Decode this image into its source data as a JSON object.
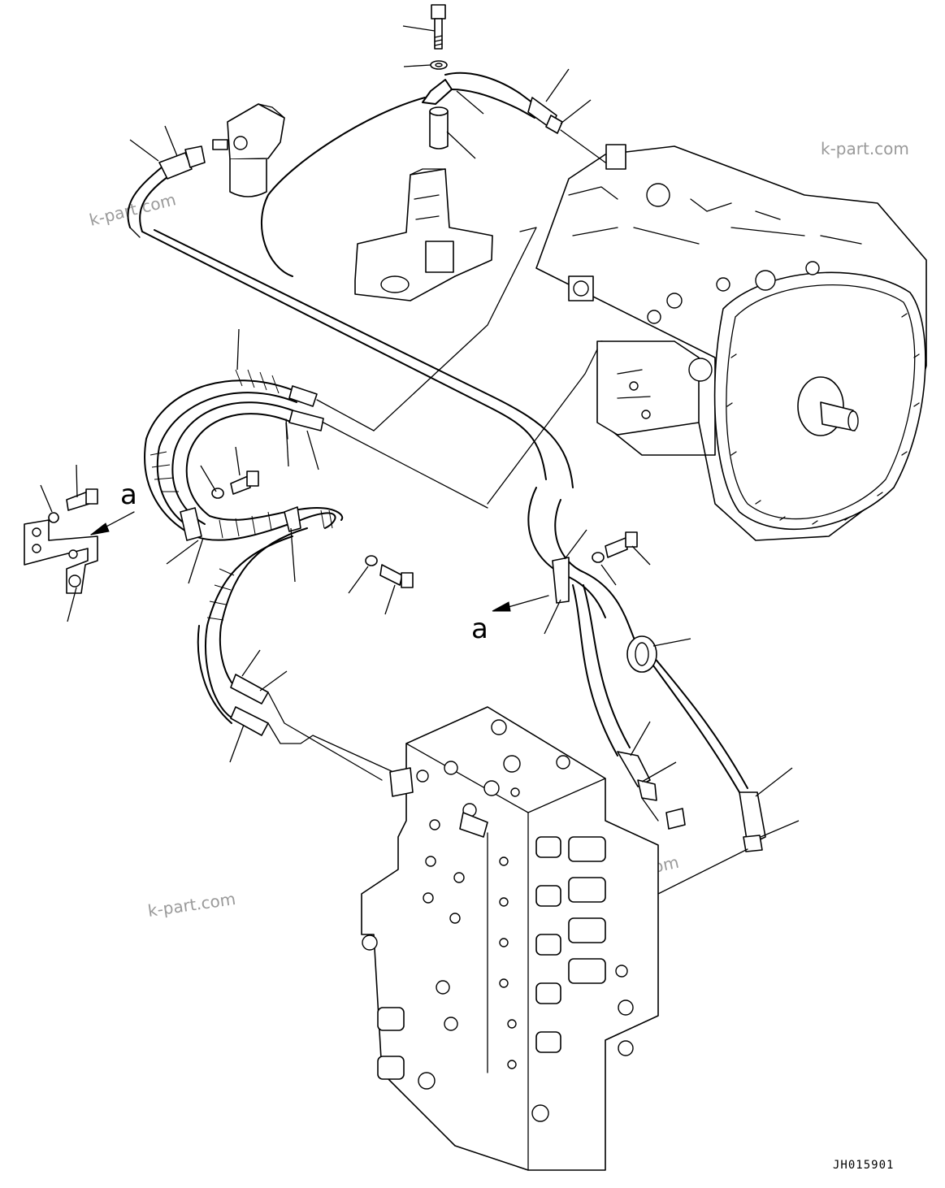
{
  "view_labels": {
    "upper": "a",
    "lower": "a"
  },
  "watermarks": [
    "k-part.com",
    "k-part.com",
    "k-part.com",
    "k-part.com"
  ],
  "drawing_code": "JH015901"
}
